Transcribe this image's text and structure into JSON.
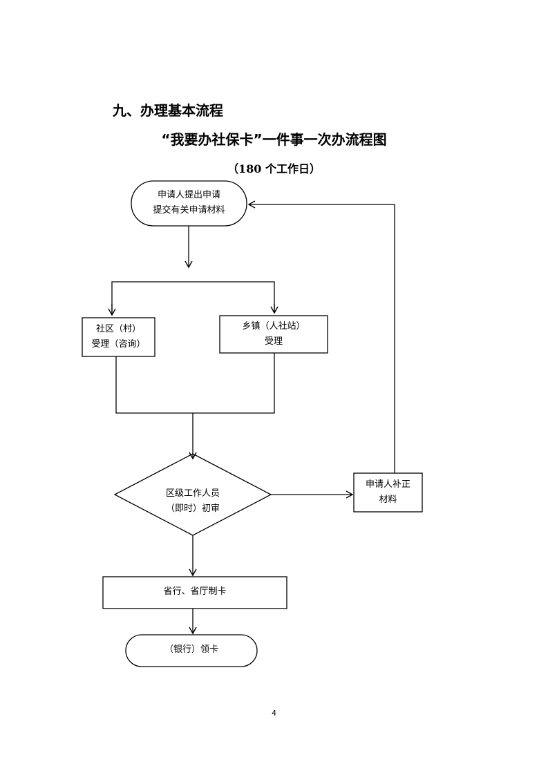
{
  "section_heading": "九、办理基本流程",
  "title": "“我要办社保卡”一件事一次办流程图",
  "subtitle": "（180 个工作日）",
  "nodes": {
    "apply": {
      "line1": "申请人提出申请",
      "line2": "提交有关申请材料"
    },
    "community": {
      "line1": "社区（村）",
      "line2": "受理（咨询）"
    },
    "township": {
      "line1": "乡镇（人社站）",
      "line2": "受理"
    },
    "review": {
      "line1": "区级工作人员",
      "line2": "（即时）初审"
    },
    "supplement": {
      "line1": "申请人补正",
      "line2": "材料"
    },
    "card_making": {
      "line1": "省行、省厅制卡"
    },
    "pickup": {
      "line1": "（银行）领卡"
    }
  },
  "page_number": "4"
}
